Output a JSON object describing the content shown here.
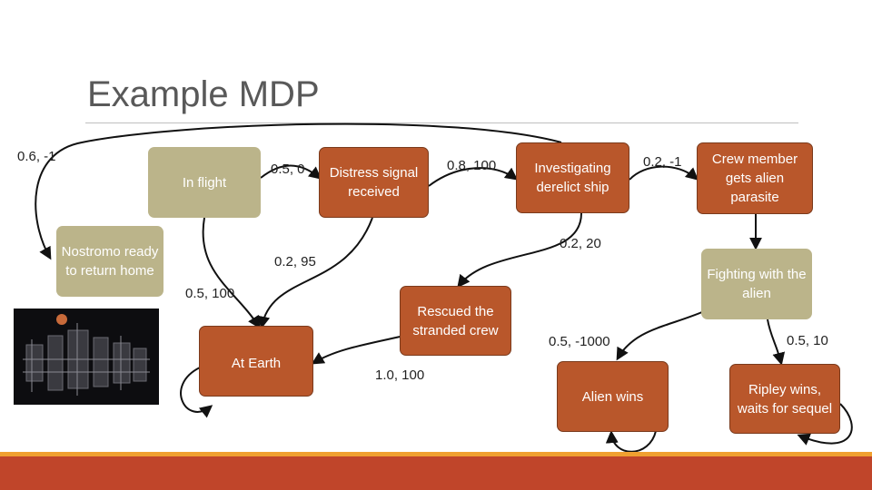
{
  "slide": {
    "title": "Example MDP"
  },
  "nodes": {
    "in_flight": "In flight",
    "nostromo": "Nostromo ready to return home",
    "distress": "Distress signal received",
    "investigating": "Investigating derelict ship",
    "parasite": "Crew member gets alien parasite",
    "fighting": "Fighting with the alien",
    "rescued": "Rescued the stranded crew",
    "at_earth": "At Earth",
    "alien_wins": "Alien wins",
    "ripley_wins": "Ripley wins, waits for sequel"
  },
  "edge_labels": {
    "e1": "0.6, -1",
    "e2": "0.5, 0",
    "e3": "0.8, 100",
    "e4": "0.2, -1",
    "e5": "0.2, 20",
    "e6": "0.2, 95",
    "e7": "0.5, 100",
    "e8": "1.0, 100",
    "e9": "0.5, -1000",
    "e10": "0.5, 10"
  },
  "colors": {
    "accent_tan": "#bbb48a",
    "accent_rust": "#b9572b",
    "footer_orange": "#f0a030",
    "footer_red": "#c0452a"
  }
}
